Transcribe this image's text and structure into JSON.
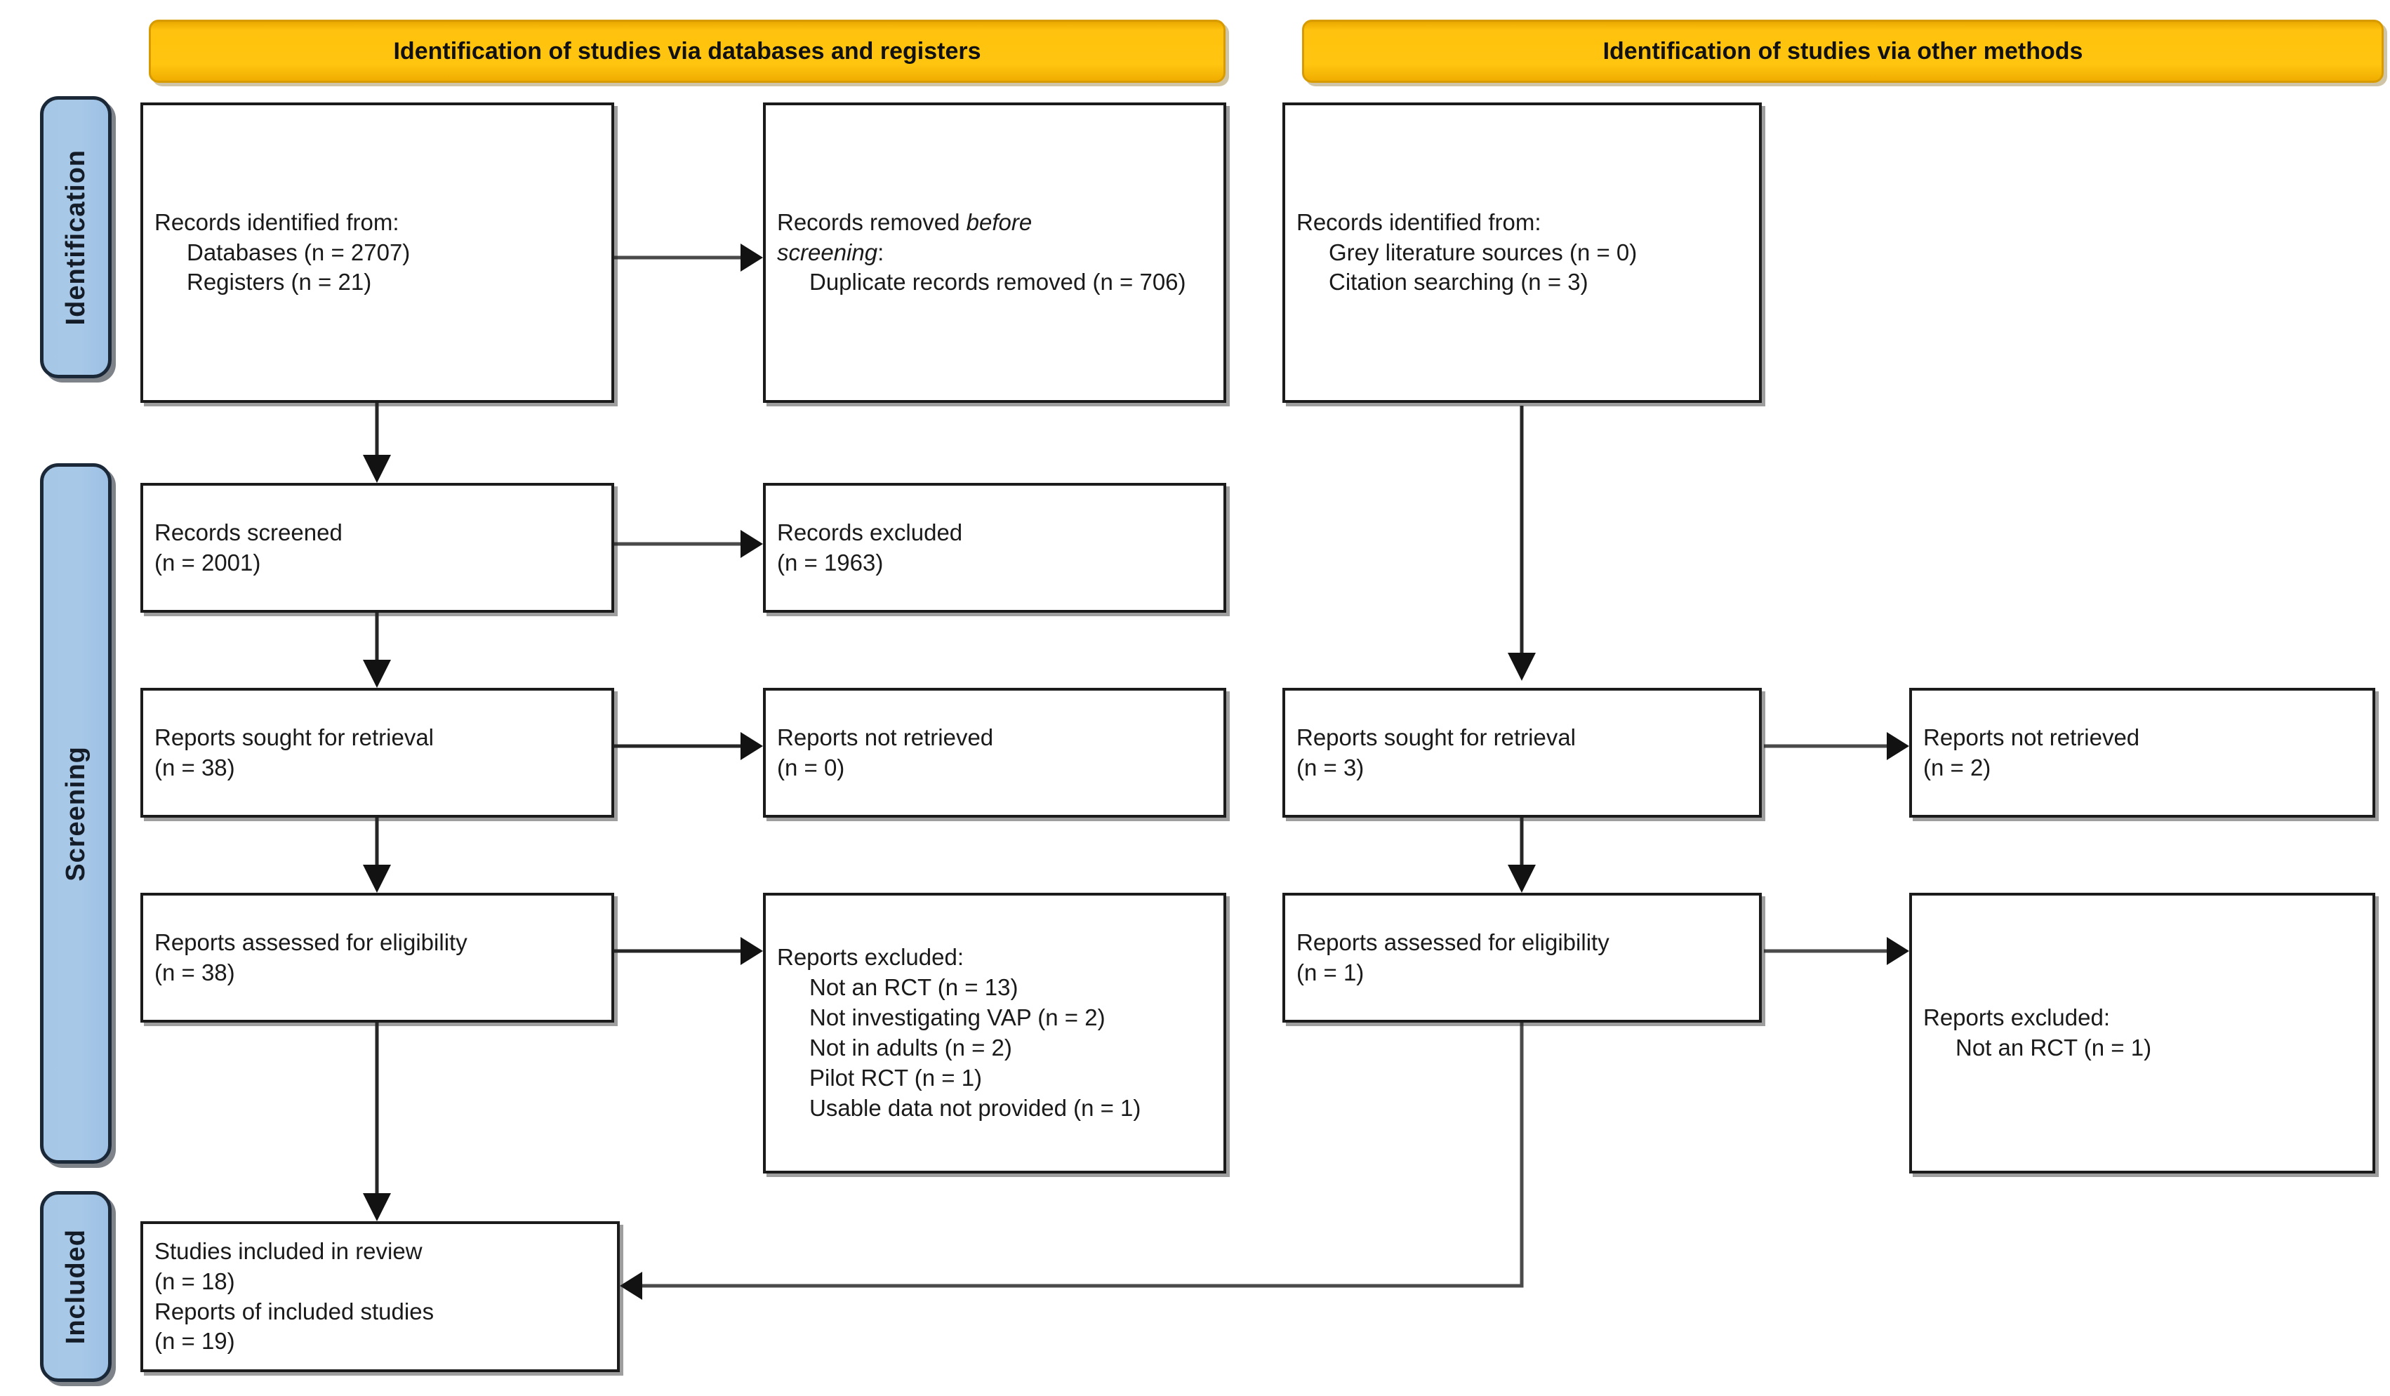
{
  "diagram": {
    "title": "PRISMA 2020 flow diagram",
    "type": "flowchart",
    "accent_orange": "#FFC20E",
    "accent_blue": "#A7C7E7",
    "box_border": "#1B1B1B"
  },
  "headers": {
    "left": "Identification of studies via databases and registers",
    "right": "Identification of studies via other methods"
  },
  "phases": [
    {
      "label": "Identification"
    },
    {
      "label": "Screening"
    },
    {
      "label": "Included"
    }
  ],
  "boxes": {
    "db_identified": {
      "line1": "Records identified from:",
      "line2": "Databases (n = 2707)",
      "line3": "Registers (n = 21)"
    },
    "removed_before_screening": {
      "line1": "Records removed ",
      "line1_em": "before",
      "line2_em": "screening",
      "line2_tail": ":",
      "line3": "Duplicate records removed (n = 706)"
    },
    "records_screened": {
      "line1": "Records screened",
      "line2": "(n = 2001)"
    },
    "records_excluded": {
      "line1": "Records excluded",
      "line2": "(n = 1963)"
    },
    "reports_sought_left": {
      "line1": "Reports sought for retrieval",
      "line2": "(n = 38)"
    },
    "reports_not_retrieved_left": {
      "line1": "Reports not retrieved",
      "line2": "(n = 0)"
    },
    "reports_assessed_left": {
      "line1": "Reports assessed for eligibility",
      "line2": "(n = 38)"
    },
    "reports_excluded_left": {
      "line1": "Reports excluded:",
      "items": [
        "Not an RCT (n = 13)",
        "Not investigating VAP (n = 2)",
        "Not in adults (n = 2)",
        "Pilot RCT (n = 1)",
        "Usable data not provided (n = 1)"
      ]
    },
    "other_identified": {
      "line1": "Records identified from:",
      "line2": "Grey literature sources (n = 0)",
      "line3": "Citation searching (n = 3)"
    },
    "reports_sought_right": {
      "line1": "Reports sought for retrieval",
      "line2": "(n = 3)"
    },
    "reports_not_retrieved_right": {
      "line1": "Reports not retrieved",
      "line2": "(n = 2)"
    },
    "reports_assessed_right": {
      "line1": "Reports assessed for eligibility",
      "line2": "(n = 1)"
    },
    "reports_excluded_right": {
      "line1": "Reports excluded:",
      "items": [
        "Not an RCT (n = 1)"
      ]
    },
    "included": {
      "line1": "Studies included in review",
      "line2": "(n = 18)",
      "line3": "Reports of included studies",
      "line4": "(n = 19)"
    }
  },
  "chart_data": {
    "type": "flowchart",
    "title": "PRISMA 2020 flow diagram",
    "streams": [
      {
        "name": "Identification of studies via databases and registers",
        "nodes": [
          {
            "id": "db_identified",
            "label": "Records identified from",
            "stage": "Identification",
            "values": [
              {
                "source": "Databases",
                "n": 2707
              },
              {
                "source": "Registers",
                "n": 21
              }
            ]
          },
          {
            "id": "removed_before_screening",
            "label": "Records removed before screening",
            "stage": "Identification",
            "values": [
              {
                "source": "Duplicate records removed",
                "n": 706
              }
            ]
          },
          {
            "id": "records_screened",
            "label": "Records screened",
            "stage": "Screening",
            "n": 2001
          },
          {
            "id": "records_excluded",
            "label": "Records excluded",
            "stage": "Screening",
            "n": 1963
          },
          {
            "id": "reports_sought_left",
            "label": "Reports sought for retrieval",
            "stage": "Screening",
            "n": 38
          },
          {
            "id": "reports_not_retrieved_left",
            "label": "Reports not retrieved",
            "stage": "Screening",
            "n": 0
          },
          {
            "id": "reports_assessed_left",
            "label": "Reports assessed for eligibility",
            "stage": "Screening",
            "n": 38
          },
          {
            "id": "reports_excluded_left",
            "label": "Reports excluded",
            "stage": "Screening",
            "values": [
              {
                "reason": "Not an RCT",
                "n": 13
              },
              {
                "reason": "Not investigating VAP",
                "n": 2
              },
              {
                "reason": "Not in adults",
                "n": 2
              },
              {
                "reason": "Pilot RCT",
                "n": 1
              },
              {
                "reason": "Usable data not provided",
                "n": 1
              }
            ]
          }
        ]
      },
      {
        "name": "Identification of studies via other methods",
        "nodes": [
          {
            "id": "other_identified",
            "label": "Records identified from",
            "stage": "Identification",
            "values": [
              {
                "source": "Grey literature sources",
                "n": 0
              },
              {
                "source": "Citation searching",
                "n": 3
              }
            ]
          },
          {
            "id": "reports_sought_right",
            "label": "Reports sought for retrieval",
            "stage": "Screening",
            "n": 3
          },
          {
            "id": "reports_not_retrieved_right",
            "label": "Reports not retrieved",
            "stage": "Screening",
            "n": 2
          },
          {
            "id": "reports_assessed_right",
            "label": "Reports assessed for eligibility",
            "stage": "Screening",
            "n": 1
          },
          {
            "id": "reports_excluded_right",
            "label": "Reports excluded",
            "stage": "Screening",
            "values": [
              {
                "reason": "Not an RCT",
                "n": 1
              }
            ]
          }
        ]
      }
    ],
    "outcome": {
      "id": "included",
      "stage": "Included",
      "studies_included_in_review": 18,
      "reports_of_included_studies": 19
    }
  }
}
